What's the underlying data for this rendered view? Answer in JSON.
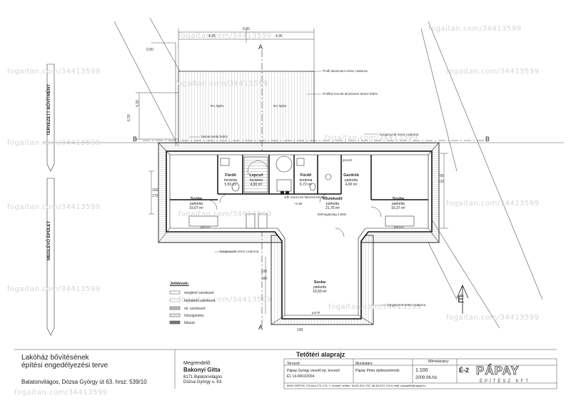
{
  "watermark": "fogaitan.com/34413599",
  "project": {
    "title_line1": "Lakóház bővítésének",
    "title_line2": "építési engedélyezési terve",
    "address": "Balatonvilágos, Dózsa György út 63.  hrsz: 539/10"
  },
  "client": {
    "label": "Megrendelő:",
    "name": "Bakonyi Gitta",
    "addr1": "8171 Balatonvilágos",
    "addr2": "Dózsa György u. 63."
  },
  "drawing": {
    "title": "Tetőtéri alaprajz",
    "scale_label": "Méretarány:",
    "scale": "1:100",
    "date": "2009.06.hó",
    "sheet": "É-2",
    "designer_label": "Tervező:",
    "designer": "Pápay György vezető ép. tervező",
    "designer_id": "É1 14-0002/2004",
    "assistant_label": "Munkatárs:",
    "assistant": "Pápay Péter építészmérnök",
    "office_line": "8600 SIÓFOK, Fő utca 174-176. 1. emelet, tel/fax: 36-84-510-743; 36-84-510-744 e-mail: papaykft@papay.hu",
    "logo_main": "PÁPAY",
    "logo_sub": "ÉPÍTÉSZ KFT"
  },
  "side_labels": {
    "upper": "TERVEZETT BŐVÍTMÉNY",
    "lower": "MEGLÉVŐ ÉPÜLET"
  },
  "sections": {
    "a": "A",
    "b": "B"
  },
  "north": "É",
  "dimensions": {
    "total_width": "9,90",
    "left_half": "4,95",
    "right_half": "4,95",
    "eave": "0,90",
    "height1": "6,30",
    "d_4_30": "4,30",
    "d_90": "90",
    "d_120": "120",
    "d_150": "150",
    "d_170": "170",
    "d_100": "100",
    "d_190": "190",
    "d_180": "180"
  },
  "annotations": {
    "profile_gutter": "Profil aluminium eresz csatorna",
    "roof_terrace": "Profilaz korcolt aluminium terasz fedés",
    "slope_left": "5% lejtés",
    "slope_right": "5% lejtés",
    "concrete_cover": "betoncserép fedés",
    "gutter_right": "horganyzott eresz csatorna",
    "gutter_left": "horganyzott eresz csatorna",
    "gutter_bottom": "horganyzott eresz csatorna",
    "roof_window": "2db 14x14-es falazott kémény",
    "ceiling_height": "belmagasság 2,65m",
    "level": "+2,90",
    "pm110_a": "pm110",
    "pm110_b": "pm110",
    "pm110_c": "pm110",
    "pm70": "pm70"
  },
  "rooms": [
    {
      "name": "Szoba",
      "floor": "parketta",
      "area": "19,07 m²"
    },
    {
      "name": "Fürdő",
      "floor": "kerámia",
      "area": "5,50 m²"
    },
    {
      "name": "Lépcső",
      "floor": "kerámia",
      "area": "4,90 m²"
    },
    {
      "name": "Fürdő",
      "floor": "kerámia",
      "area": "6,72 m²"
    },
    {
      "name": "Gardrób",
      "floor": "parketta",
      "area": "4,00 m²"
    },
    {
      "name": "Közlekedő",
      "floor": "parketta",
      "area": "21,76 m²"
    },
    {
      "name": "Szoba",
      "floor": "parketta",
      "area": "16,37 m²"
    },
    {
      "name": "Szoba",
      "floor": "parketta",
      "area": "19,50 m²"
    }
  ],
  "legend": {
    "title": "Jelölések:",
    "items": [
      {
        "label": "meglévő szerkezet"
      },
      {
        "label": "bontandó szerkezet"
      },
      {
        "label": "vb. szerkezet"
      },
      {
        "label": "hőszigetelés"
      },
      {
        "label": "falazat"
      }
    ]
  }
}
